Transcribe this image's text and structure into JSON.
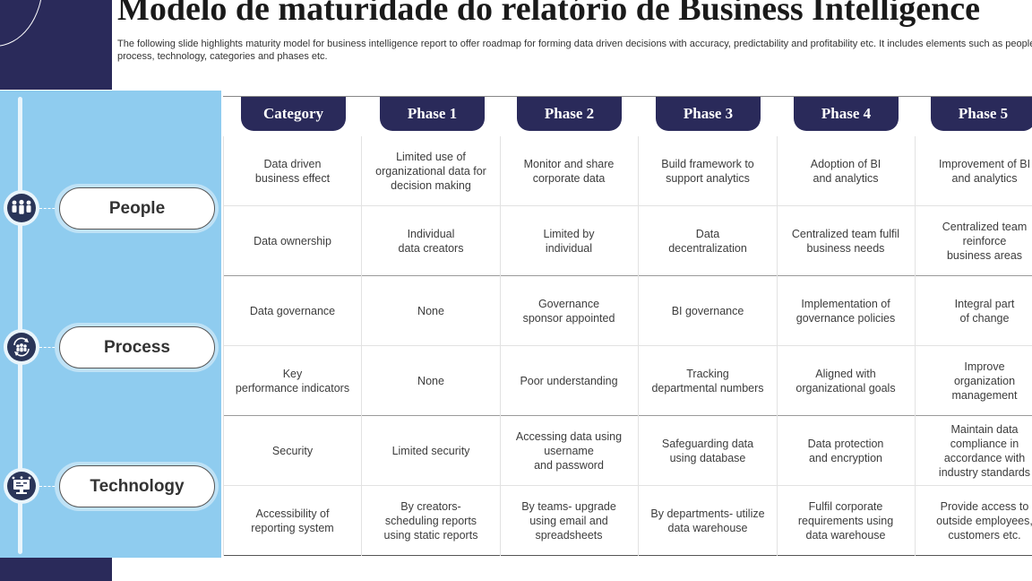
{
  "title": "Modelo de maturidade do relatório de Business Intelligence",
  "subtitle": "The following slide highlights maturity model for business intelligence report to offer roadmap for forming data driven decisions with accuracy, predictability and profitability etc. It includes elements such as people, process, technology, categories and phases etc.",
  "colors": {
    "navy": "#2a2a5a",
    "panel_blue": "#8fccef",
    "icon_fill": "#2a3558"
  },
  "groups": [
    {
      "label": "People",
      "icon": "people-group-icon"
    },
    {
      "label": "Process",
      "icon": "team-cycle-icon"
    },
    {
      "label": "Technology",
      "icon": "computer-network-icon"
    }
  ],
  "headers": [
    "Category",
    "Phase 1",
    "Phase 2",
    "Phase 3",
    "Phase 4",
    "Phase 5"
  ],
  "rows": [
    [
      "Data driven\nbusiness effect",
      "Limited use of\norganizational data for\ndecision making",
      "Monitor and share\ncorporate data",
      "Build framework to\nsupport analytics",
      "Adoption of BI\nand analytics",
      "Improvement of BI\nand analytics"
    ],
    [
      "Data ownership",
      "Individual\ndata creators",
      "Limited by\nindividual",
      "Data\ndecentralization",
      "Centralized team fulfil\nbusiness needs",
      "Centralized team\nreinforce\nbusiness areas"
    ],
    [
      "Data governance",
      "None",
      "Governance\nsponsor appointed",
      "BI governance",
      "Implementation of\ngovernance policies",
      "Integral part\nof change"
    ],
    [
      "Key\nperformance indicators",
      "None",
      "Poor understanding",
      "Tracking\ndepartmental numbers",
      "Aligned with\norganizational goals",
      "Improve\norganization\nmanagement"
    ],
    [
      "Security",
      "Limited security",
      "Accessing data using\nusername\nand password",
      "Safeguarding data\nusing database",
      "Data protection\nand encryption",
      "Maintain data\ncompliance in\naccordance with\nindustry standards"
    ],
    [
      "Accessibility of\nreporting system",
      "By creators-\nscheduling reports\nusing static reports",
      "By teams- upgrade\nusing email and\nspreadsheets",
      "By departments- utilize\ndata warehouse",
      "Fulfil corporate\nrequirements using\ndata warehouse",
      "Provide access to\noutside employees,\ncustomers etc."
    ]
  ]
}
